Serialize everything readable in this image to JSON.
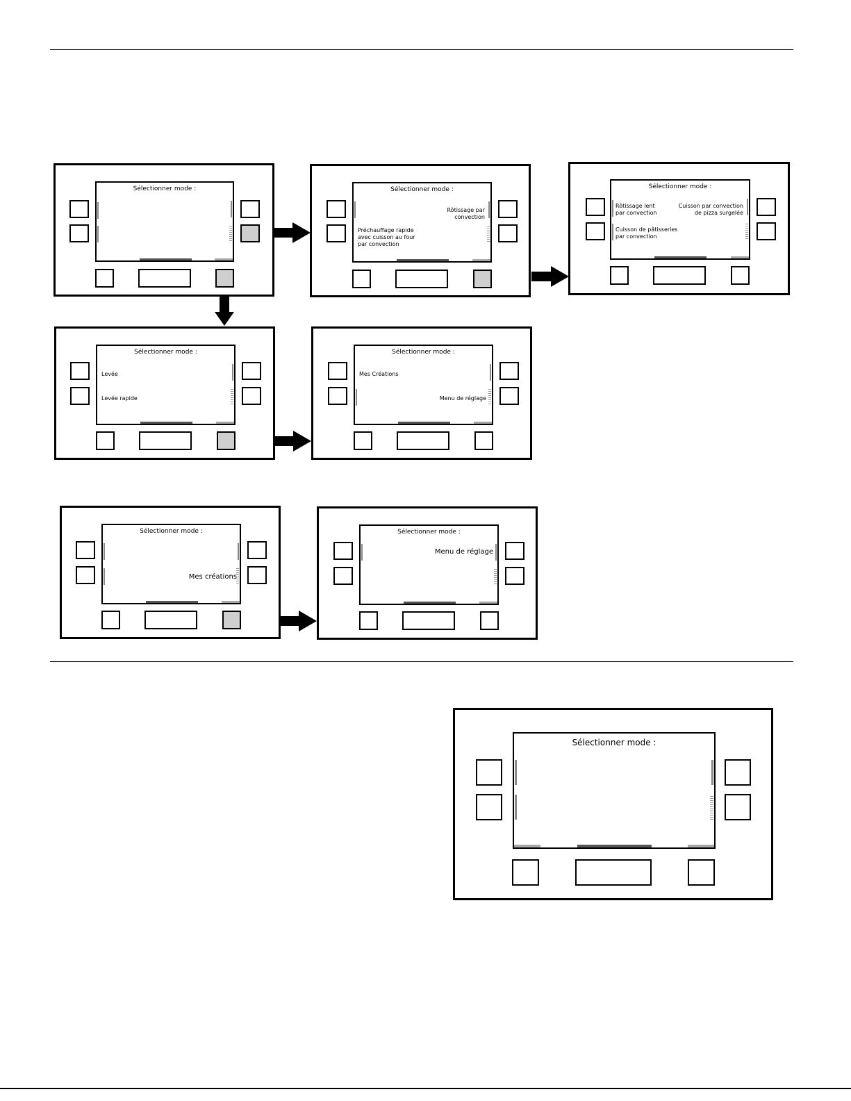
{
  "screen_title": "Sélectionner mode :",
  "panels": {
    "p1": {
      "left_top": "",
      "left_bottom": "",
      "right_top": "",
      "right_bottom": ""
    },
    "p2": {
      "right_top": "Rôtissage par\nconvection",
      "left_bottom": "Préchauffage rapide\navec cuisson au four\npar convection"
    },
    "p3": {
      "left_top": "Rôtissage lent\npar convection",
      "right_top": "Cuisson par convection\nde pizza surgelée",
      "left_bottom": "Cuisson de pâtisseries\npar convection"
    },
    "p4": {
      "left_top": "Levée",
      "left_bottom": "Levée rapide"
    },
    "p5": {
      "left_top": "Mes Créations",
      "right_bottom": "Menu de réglage"
    },
    "p6": {
      "right_bottom": "Mes créations"
    },
    "p7": {
      "right_top": "Menu de réglage"
    }
  }
}
